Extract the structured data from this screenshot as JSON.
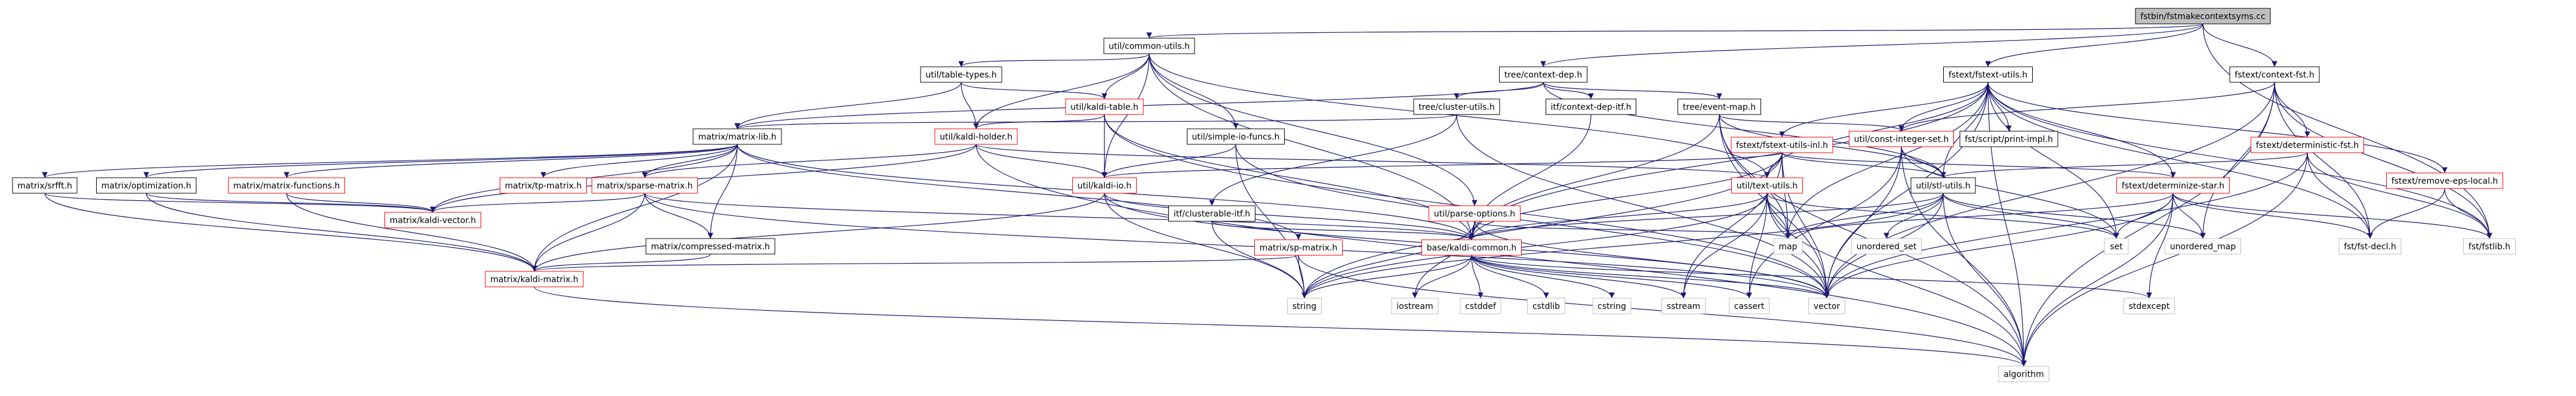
{
  "colors": {
    "node_fill": "#ffffff",
    "node_border_black": "#000000",
    "node_border_red": "#ff0000",
    "root_fill": "#bfbfbf",
    "edge": "#191970"
  },
  "root": "fstbin/fstmakecontextsyms.cc",
  "nodes": [
    {
      "id": "root",
      "label": "fstbin/fstmakecontextsyms.cc",
      "style": "root"
    },
    {
      "id": "util_common_utils",
      "label": "util/common-utils.h",
      "style": "black"
    },
    {
      "id": "tree_context_dep",
      "label": "tree/context-dep.h",
      "style": "black"
    },
    {
      "id": "fstext_fstext_utils",
      "label": "fstext/fstext-utils.h",
      "style": "black"
    },
    {
      "id": "fstext_context_fst",
      "label": "fstext/context-fst.h",
      "style": "black"
    },
    {
      "id": "util_table_types",
      "label": "util/table-types.h",
      "style": "black"
    },
    {
      "id": "util_kaldi_table",
      "label": "util/kaldi-table.h",
      "style": "red"
    },
    {
      "id": "tree_cluster_utils",
      "label": "tree/cluster-utils.h",
      "style": "black"
    },
    {
      "id": "itf_context_dep_itf",
      "label": "itf/context-dep-itf.h",
      "style": "black"
    },
    {
      "id": "tree_event_map",
      "label": "tree/event-map.h",
      "style": "black"
    },
    {
      "id": "matrix_matrix_lib",
      "label": "matrix/matrix-lib.h",
      "style": "black"
    },
    {
      "id": "util_kaldi_holder",
      "label": "util/kaldi-holder.h",
      "style": "red"
    },
    {
      "id": "util_simple_io_funcs",
      "label": "util/simple-io-funcs.h",
      "style": "black"
    },
    {
      "id": "util_const_integer_set",
      "label": "util/const-integer-set.h",
      "style": "red"
    },
    {
      "id": "fstext_fstext_utils_inl",
      "label": "fstext/fstext-utils-inl.h",
      "style": "red"
    },
    {
      "id": "fst_script_print_impl",
      "label": "fst/script/print-impl.h",
      "style": "black"
    },
    {
      "id": "fstext_deterministic_fst",
      "label": "fstext/deterministic-fst.h",
      "style": "red"
    },
    {
      "id": "fstext_remove_eps_local",
      "label": "fstext/remove-eps-local.h",
      "style": "red"
    },
    {
      "id": "util_text_utils",
      "label": "util/text-utils.h",
      "style": "red"
    },
    {
      "id": "util_stl_utils",
      "label": "util/stl-utils.h",
      "style": "black"
    },
    {
      "id": "fstext_determinize_star",
      "label": "fstext/determinize-star.h",
      "style": "red"
    },
    {
      "id": "matrix_srfft",
      "label": "matrix/srfft.h",
      "style": "black"
    },
    {
      "id": "matrix_optimization",
      "label": "matrix/optimization.h",
      "style": "black"
    },
    {
      "id": "matrix_matrix_functions",
      "label": "matrix/matrix-functions.h",
      "style": "red"
    },
    {
      "id": "matrix_tp_matrix",
      "label": "matrix/tp-matrix.h",
      "style": "red"
    },
    {
      "id": "matrix_sparse_matrix",
      "label": "matrix/sparse-matrix.h",
      "style": "red"
    },
    {
      "id": "util_kaldi_io",
      "label": "util/kaldi-io.h",
      "style": "red"
    },
    {
      "id": "itf_clusterable_itf",
      "label": "itf/clusterable-itf.h",
      "style": "black"
    },
    {
      "id": "util_parse_options",
      "label": "util/parse-options.h",
      "style": "red"
    },
    {
      "id": "matrix_kaldi_vector",
      "label": "matrix/kaldi-vector.h",
      "style": "red"
    },
    {
      "id": "matrix_compressed_matrix",
      "label": "matrix/compressed-matrix.h",
      "style": "black"
    },
    {
      "id": "matrix_sp_matrix",
      "label": "matrix/sp-matrix.h",
      "style": "red"
    },
    {
      "id": "base_kaldi_common",
      "label": "base/kaldi-common.h",
      "style": "red"
    },
    {
      "id": "matrix_kaldi_matrix",
      "label": "matrix/kaldi-matrix.h",
      "style": "red"
    },
    {
      "id": "unordered_set",
      "label": "unordered_set",
      "style": "gray"
    },
    {
      "id": "map",
      "label": "map",
      "style": "gray"
    },
    {
      "id": "set",
      "label": "set",
      "style": "gray"
    },
    {
      "id": "unordered_map",
      "label": "unordered_map",
      "style": "gray"
    },
    {
      "id": "fst_fst_decl",
      "label": "fst/fst-decl.h",
      "style": "gray"
    },
    {
      "id": "fst_fstlib",
      "label": "fst/fstlib.h",
      "style": "gray"
    },
    {
      "id": "string",
      "label": "string",
      "style": "gray"
    },
    {
      "id": "iostream",
      "label": "iostream",
      "style": "gray"
    },
    {
      "id": "cstddef",
      "label": "cstddef",
      "style": "gray"
    },
    {
      "id": "cstdlib",
      "label": "cstdlib",
      "style": "gray"
    },
    {
      "id": "cstring",
      "label": "cstring",
      "style": "gray"
    },
    {
      "id": "sstream",
      "label": "sstream",
      "style": "gray"
    },
    {
      "id": "cassert",
      "label": "cassert",
      "style": "gray"
    },
    {
      "id": "vector",
      "label": "vector",
      "style": "gray"
    },
    {
      "id": "stdexcept",
      "label": "stdexcept",
      "style": "gray"
    },
    {
      "id": "algorithm",
      "label": "algorithm",
      "style": "gray"
    }
  ],
  "edges": [
    [
      "root",
      "util_common_utils"
    ],
    [
      "root",
      "tree_context_dep"
    ],
    [
      "root",
      "fstext_fstext_utils"
    ],
    [
      "root",
      "fstext_context_fst"
    ],
    [
      "root",
      "fst_fstlib"
    ],
    [
      "util_common_utils",
      "util_table_types"
    ],
    [
      "util_common_utils",
      "util_kaldi_table"
    ],
    [
      "util_common_utils",
      "util_kaldi_holder"
    ],
    [
      "util_common_utils",
      "util_simple_io_funcs"
    ],
    [
      "util_common_utils",
      "util_kaldi_io"
    ],
    [
      "util_common_utils",
      "util_parse_options"
    ],
    [
      "util_common_utils",
      "base_kaldi_common"
    ],
    [
      "util_common_utils",
      "util_text_utils"
    ],
    [
      "util_table_types",
      "matrix_matrix_lib"
    ],
    [
      "util_table_types",
      "util_kaldi_table"
    ],
    [
      "util_table_types",
      "util_kaldi_holder"
    ],
    [
      "util_kaldi_table",
      "util_kaldi_holder"
    ],
    [
      "util_kaldi_table",
      "base_kaldi_common"
    ],
    [
      "util_kaldi_table",
      "vector"
    ],
    [
      "util_kaldi_table",
      "util_kaldi_io"
    ],
    [
      "tree_context_dep",
      "tree_cluster_utils"
    ],
    [
      "tree_context_dep",
      "itf_context_dep_itf"
    ],
    [
      "tree_context_dep",
      "tree_event_map"
    ],
    [
      "tree_context_dep",
      "util_stl_utils"
    ],
    [
      "tree_context_dep",
      "matrix_matrix_lib"
    ],
    [
      "tree_cluster_utils",
      "matrix_matrix_lib"
    ],
    [
      "tree_cluster_utils",
      "itf_clusterable_itf"
    ],
    [
      "tree_cluster_utils",
      "vector"
    ],
    [
      "itf_context_dep_itf",
      "base_kaldi_common"
    ],
    [
      "tree_event_map",
      "base_kaldi_common"
    ],
    [
      "tree_event_map",
      "util_const_integer_set"
    ],
    [
      "tree_event_map",
      "map"
    ],
    [
      "tree_event_map",
      "vector"
    ],
    [
      "tree_event_map",
      "algorithm"
    ],
    [
      "tree_event_map",
      "util_stl_utils"
    ],
    [
      "matrix_matrix_lib",
      "matrix_srfft"
    ],
    [
      "matrix_matrix_lib",
      "matrix_optimization"
    ],
    [
      "matrix_matrix_lib",
      "matrix_matrix_functions"
    ],
    [
      "matrix_matrix_lib",
      "matrix_tp_matrix"
    ],
    [
      "matrix_matrix_lib",
      "matrix_sparse_matrix"
    ],
    [
      "matrix_matrix_lib",
      "matrix_kaldi_vector"
    ],
    [
      "matrix_matrix_lib",
      "matrix_compressed_matrix"
    ],
    [
      "matrix_matrix_lib",
      "base_kaldi_common"
    ],
    [
      "matrix_matrix_lib",
      "matrix_sp_matrix"
    ],
    [
      "matrix_matrix_lib",
      "matrix_kaldi_matrix"
    ],
    [
      "util_kaldi_holder",
      "util_kaldi_io"
    ],
    [
      "util_kaldi_holder",
      "util_text_utils"
    ],
    [
      "util_kaldi_holder",
      "matrix_kaldi_vector"
    ],
    [
      "util_kaldi_holder",
      "matrix_sparse_matrix"
    ],
    [
      "util_kaldi_holder",
      "algorithm"
    ],
    [
      "util_simple_io_funcs",
      "util_kaldi_io"
    ],
    [
      "util_simple_io_funcs",
      "string"
    ],
    [
      "util_simple_io_funcs",
      "vector"
    ],
    [
      "util_kaldi_io",
      "base_kaldi_common"
    ],
    [
      "util_kaldi_io",
      "string"
    ],
    [
      "util_kaldi_io",
      "vector"
    ],
    [
      "util_kaldi_io",
      "matrix_kaldi_matrix"
    ],
    [
      "fstext_fstext_utils",
      "util_const_integer_set"
    ],
    [
      "fstext_fstext_utils",
      "fstext_fstext_utils_inl"
    ],
    [
      "fstext_fstext_utils",
      "fst_script_print_impl"
    ],
    [
      "fstext_fstext_utils",
      "fstext_determinize_star"
    ],
    [
      "fstext_fstext_utils",
      "fstext_remove_eps_local"
    ],
    [
      "fstext_fstext_utils",
      "util_stl_utils"
    ],
    [
      "fstext_fstext_utils",
      "util_text_utils"
    ],
    [
      "fstext_fstext_utils",
      "base_kaldi_common"
    ],
    [
      "fstext_fstext_utils",
      "map"
    ],
    [
      "fstext_fstext_utils",
      "set"
    ],
    [
      "fstext_fstext_utils",
      "vector"
    ],
    [
      "fstext_fstext_utils",
      "fst_fst_decl"
    ],
    [
      "fstext_fstext_utils",
      "fst_fstlib"
    ],
    [
      "fstext_fstext_utils",
      "algorithm"
    ],
    [
      "fstext_context_fst",
      "fstext_deterministic_fst"
    ],
    [
      "fstext_context_fst",
      "unordered_map"
    ],
    [
      "fstext_context_fst",
      "fst_fst_decl"
    ],
    [
      "fstext_context_fst",
      "fst_fstlib"
    ],
    [
      "fstext_context_fst",
      "util_const_integer_set"
    ],
    [
      "fstext_context_fst",
      "algorithm"
    ],
    [
      "fstext_context_fst",
      "vector"
    ],
    [
      "util_const_integer_set",
      "set"
    ],
    [
      "util_const_integer_set",
      "vector"
    ],
    [
      "util_const_integer_set",
      "algorithm"
    ],
    [
      "util_const_integer_set",
      "util_stl_utils"
    ],
    [
      "util_const_integer_set",
      "cassert"
    ],
    [
      "fstext_fstext_utils_inl",
      "base_kaldi_common"
    ],
    [
      "fstext_fstext_utils_inl",
      "util_stl_utils"
    ],
    [
      "fstext_fstext_utils_inl",
      "util_text_utils"
    ],
    [
      "fstext_fstext_utils_inl",
      "util_kaldi_io"
    ],
    [
      "fstext_fstext_utils_inl",
      "fstext_determinize_star"
    ],
    [
      "fstext_fstext_utils_inl",
      "map"
    ],
    [
      "fstext_fstext_utils_inl",
      "vector"
    ],
    [
      "fstext_fstext_utils_inl",
      "string"
    ],
    [
      "fstext_fstext_utils_inl",
      "sstream"
    ],
    [
      "fstext_deterministic_fst",
      "fst_fst_decl"
    ],
    [
      "fstext_deterministic_fst",
      "fst_fstlib"
    ],
    [
      "fstext_deterministic_fst",
      "util_stl_utils"
    ],
    [
      "fstext_deterministic_fst",
      "algorithm"
    ],
    [
      "fstext_deterministic_fst",
      "vector"
    ],
    [
      "fstext_remove_eps_local",
      "fst_fst_decl"
    ],
    [
      "fstext_remove_eps_local",
      "fst_fstlib"
    ],
    [
      "util_text_utils",
      "base_kaldi_common"
    ],
    [
      "util_text_utils",
      "string"
    ],
    [
      "util_text_utils",
      "vector"
    ],
    [
      "util_text_utils",
      "set"
    ],
    [
      "util_text_utils",
      "map"
    ],
    [
      "util_text_utils",
      "algorithm"
    ],
    [
      "util_text_utils",
      "cassert"
    ],
    [
      "util_text_utils",
      "sstream"
    ],
    [
      "util_stl_utils",
      "unordered_set"
    ],
    [
      "util_stl_utils",
      "unordered_map"
    ],
    [
      "util_stl_utils",
      "base_kaldi_common"
    ],
    [
      "util_stl_utils",
      "map"
    ],
    [
      "util_stl_utils",
      "set"
    ],
    [
      "util_stl_utils",
      "vector"
    ],
    [
      "util_stl_utils",
      "algorithm"
    ],
    [
      "util_stl_utils",
      "string"
    ],
    [
      "fstext_determinize_star",
      "fst_fstlib"
    ],
    [
      "fstext_determinize_star",
      "fst_fst_decl"
    ],
    [
      "fstext_determinize_star",
      "algorithm"
    ],
    [
      "fstext_determinize_star",
      "map"
    ],
    [
      "fstext_determinize_star",
      "set"
    ],
    [
      "fstext_determinize_star",
      "vector"
    ],
    [
      "fstext_determinize_star",
      "stdexcept"
    ],
    [
      "fstext_determinize_star",
      "unordered_map"
    ],
    [
      "matrix_srfft",
      "matrix_kaldi_vector"
    ],
    [
      "matrix_srfft",
      "matrix_kaldi_matrix"
    ],
    [
      "matrix_optimization",
      "matrix_kaldi_vector"
    ],
    [
      "matrix_optimization",
      "matrix_kaldi_matrix"
    ],
    [
      "matrix_matrix_functions",
      "matrix_kaldi_vector"
    ],
    [
      "matrix_matrix_functions",
      "matrix_kaldi_matrix"
    ],
    [
      "matrix_sparse_matrix",
      "matrix_kaldi_vector"
    ],
    [
      "matrix_sparse_matrix",
      "matrix_kaldi_matrix"
    ],
    [
      "matrix_sparse_matrix",
      "matrix_compressed_matrix"
    ],
    [
      "matrix_sparse_matrix",
      "vector"
    ],
    [
      "matrix_sparse_matrix",
      "base_kaldi_common"
    ],
    [
      "matrix_compressed_matrix",
      "matrix_kaldi_matrix"
    ],
    [
      "itf_clusterable_itf",
      "base_kaldi_common"
    ],
    [
      "itf_clusterable_itf",
      "string"
    ],
    [
      "util_parse_options",
      "base_kaldi_common"
    ],
    [
      "util_parse_options",
      "map"
    ],
    [
      "util_parse_options",
      "string"
    ],
    [
      "util_parse_options",
      "vector"
    ],
    [
      "util_parse_options",
      "iostream"
    ],
    [
      "matrix_sp_matrix",
      "algorithm"
    ],
    [
      "matrix_sp_matrix",
      "string"
    ],
    [
      "matrix_sp_matrix",
      "matrix_kaldi_matrix"
    ],
    [
      "matrix_kaldi_matrix",
      "algorithm"
    ],
    [
      "base_kaldi_common",
      "string"
    ],
    [
      "base_kaldi_common",
      "iostream"
    ],
    [
      "base_kaldi_common",
      "cstddef"
    ],
    [
      "base_kaldi_common",
      "cstdlib"
    ],
    [
      "base_kaldi_common",
      "cstring"
    ],
    [
      "base_kaldi_common",
      "sstream"
    ],
    [
      "base_kaldi_common",
      "cassert"
    ],
    [
      "base_kaldi_common",
      "vector"
    ],
    [
      "base_kaldi_common",
      "stdexcept"
    ]
  ]
}
